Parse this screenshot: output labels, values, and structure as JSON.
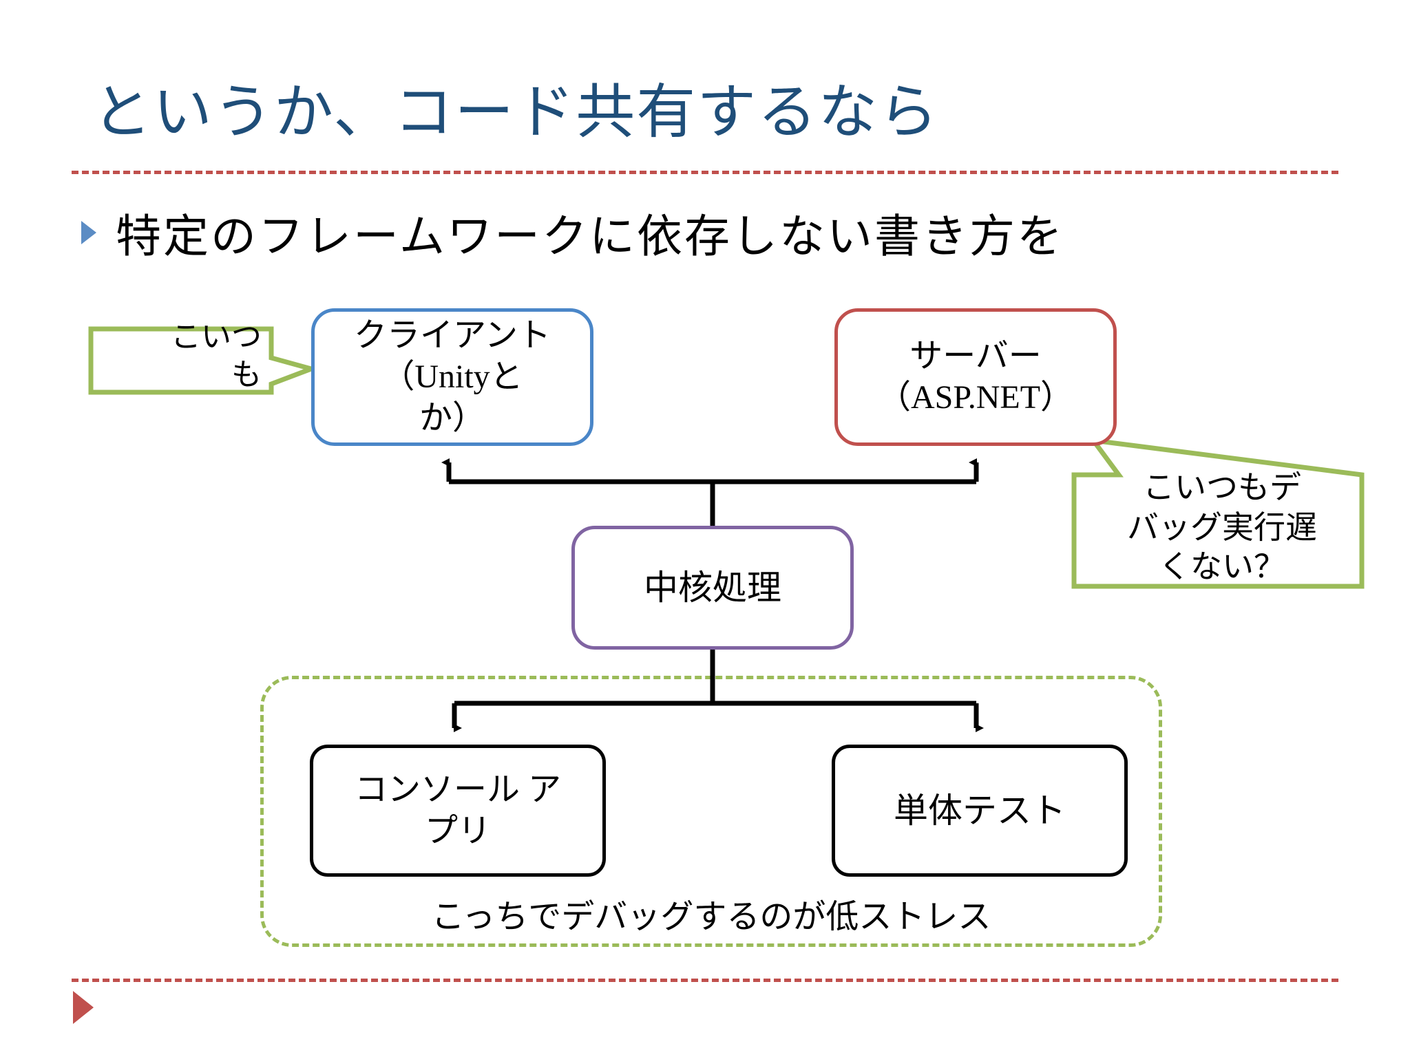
{
  "slide": {
    "title": "というか、コード共有するなら",
    "bullet": {
      "marker": "triangle-bullet-icon",
      "text": "特定のフレームワークに依存しない書き方を"
    },
    "colors": {
      "title": "#1F4E79",
      "rule": "#C0504D",
      "bullet_marker": "#5B8CC4",
      "client_border": "#4A86C8",
      "server_border": "#C0504D",
      "core_border": "#8064A2",
      "leaf_border": "#000000",
      "callout_border": "#9BBB59",
      "region_border": "#9BBB59",
      "footer_triangle": "#C0504D"
    }
  },
  "diagram": {
    "nodes": {
      "client": {
        "line1": "クライアント",
        "line2": "（Unityと",
        "line3": "か）"
      },
      "server": {
        "line1": "サーバー",
        "line2": "（ASP.NET）"
      },
      "core": {
        "line1": "中核処理"
      },
      "console": {
        "line1": "コンソール ア",
        "line2": "プリ"
      },
      "unittest": {
        "line1": "単体テスト"
      }
    },
    "region": {
      "label": "こっちでデバッグするのが低ストレス"
    },
    "callouts": {
      "left": {
        "line1": "こいつ",
        "line2": "も"
      },
      "right": {
        "line1": "こいつもデ",
        "line2": "バッグ実行遅",
        "line3": "くない？"
      }
    }
  }
}
